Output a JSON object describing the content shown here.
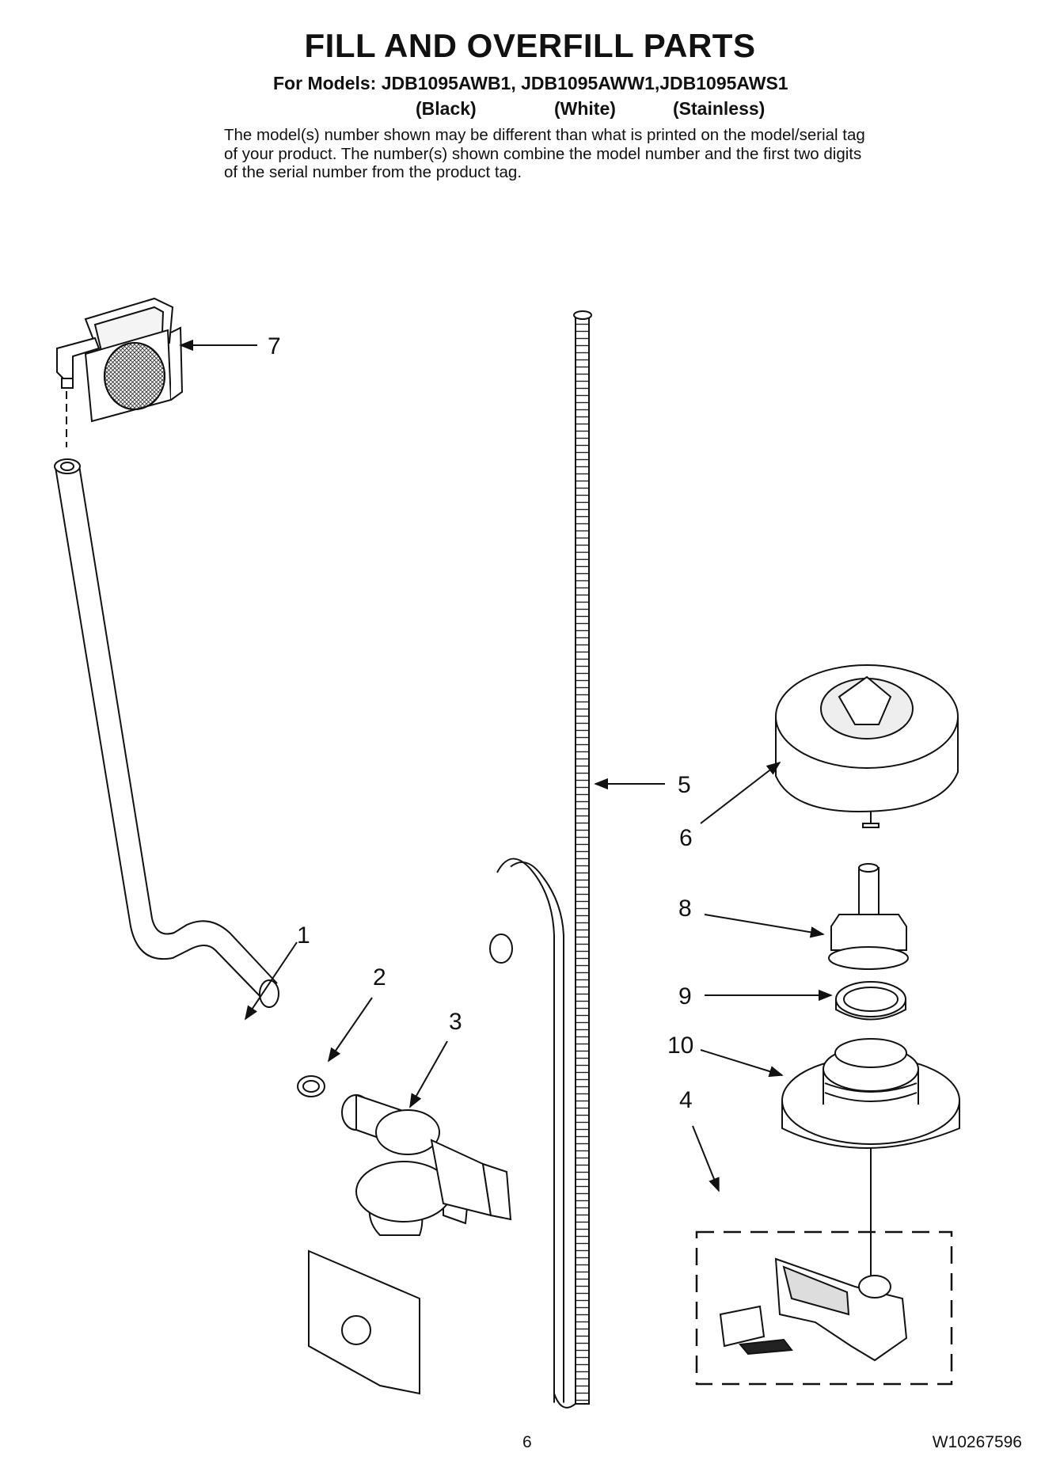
{
  "title": "FILL AND OVERFILL PARTS",
  "models_line": "For Models: JDB1095AWB1, JDB1095AWW1,JDB1095AWS1",
  "variants": [
    "(Black)",
    "(White)",
    "(Stainless)"
  ],
  "note": "The model(s) number shown may be different than what is printed on the model/serial tag of your product. The number(s) shown combine the model number and the first two digits of the serial number from the product tag.",
  "callouts": {
    "c1": "1",
    "c2": "2",
    "c3": "3",
    "c4": "4",
    "c5": "5",
    "c6": "6",
    "c7": "7",
    "c8": "8",
    "c9": "9",
    "c10": "10"
  },
  "footer": {
    "page_number": "6",
    "doc_number": "W10267596"
  }
}
